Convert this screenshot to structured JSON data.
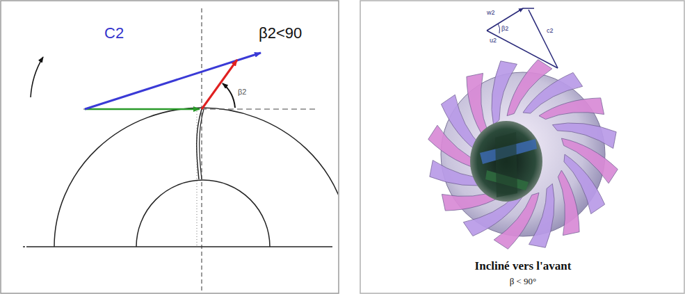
{
  "diagram": {
    "caption": "Incliné vers l'avant",
    "labels": [
      "C2",
      "β2<90",
      "β2",
      "w2",
      "β2",
      "u2",
      "c2",
      "β < 90°"
    ]
  }
}
